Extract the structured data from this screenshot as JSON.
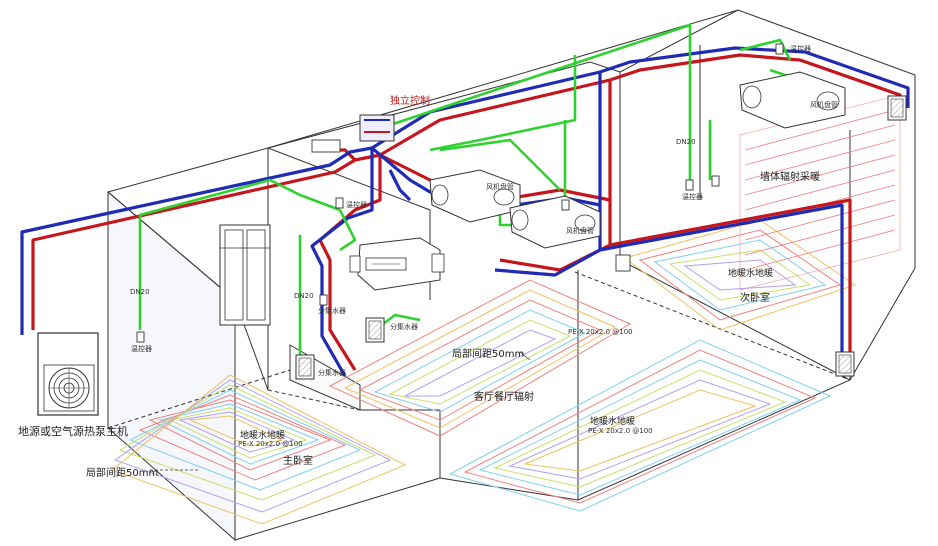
{
  "colors": {
    "supply_pipe": "#c4161c",
    "return_pipe": "#1f2bb5",
    "condensate_pipe": "#2ed22e",
    "outline": "#333333",
    "floor_loops": [
      "#f08080",
      "#7fd0f0",
      "#c8e06a",
      "#b0a0f0",
      "#f0c060"
    ]
  },
  "icons": {
    "heat_pump": "heat-pump-outdoor-unit-icon",
    "fan_coil": "fan-coil-unit-icon",
    "manifold": "floor-heating-manifold-icon",
    "thermostat": "thermostat-icon",
    "window": "window-icon",
    "ac_unit": "indoor-ac-unit-icon"
  },
  "labels": {
    "heat_pump_unit": "地源或空气源热泵主机",
    "spacing_left": "局部间距50mm",
    "spacing_center": "局部间距50mm",
    "independent_control": "独立控制",
    "living_dining": "客厅餐厅辐射",
    "master_bedroom": "主卧室",
    "second_bedroom": "次卧室",
    "wall_heating": "墙体辐射采暖",
    "floor_heating_left": "地暖水地暖",
    "floor_heating_center": "地暖水地暖",
    "floor_heating_right": "地暖水地暖",
    "pipe_spec_left": "PE-X 20x2.0 @100",
    "pipe_spec_center": "PE-X 20x2.0 @100",
    "pipe_spec_right": "PE-X 20x2.0 @100",
    "fan_coil_1": "风机盘管",
    "fan_coil_2": "风机盘管",
    "fan_coil_3": "风机盘管",
    "manifold_1": "分集水器",
    "manifold_2": "分集水器",
    "manifold_3": "分集水器",
    "thermostat_1": "温控器",
    "thermostat_2": "温控器",
    "thermostat_3": "温控器",
    "thermostat_4": "温控器",
    "drain_1": "DN20",
    "drain_2": "DN20",
    "drain_3": "DN20"
  }
}
